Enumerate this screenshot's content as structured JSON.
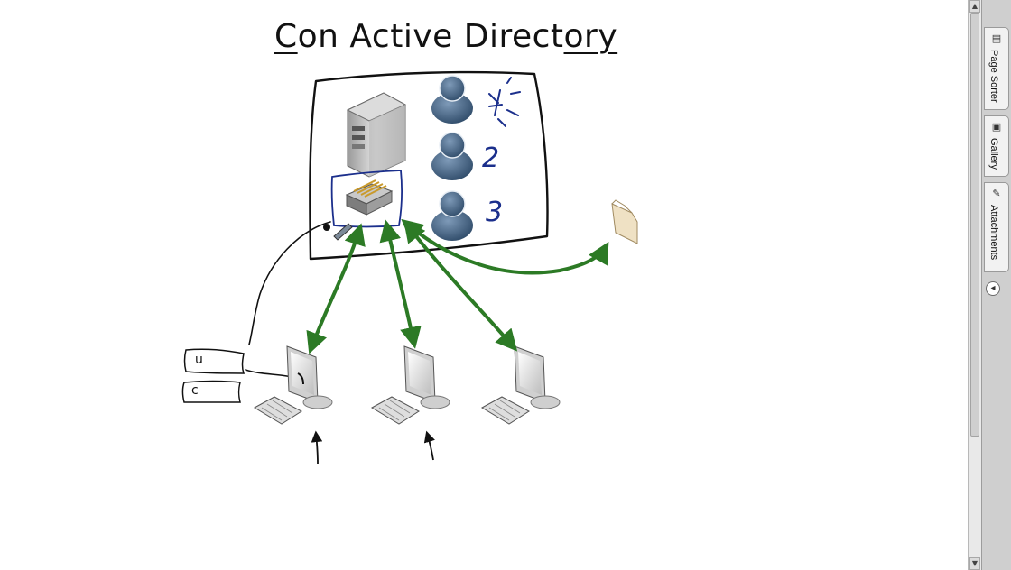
{
  "page": {
    "title_pre": "C",
    "title_mid": "on Active Direct",
    "title_post": "ory"
  },
  "diagram": {
    "user_numbers": [
      "2",
      "3"
    ],
    "box_letters": [
      "u",
      "c"
    ]
  },
  "side_tabs": [
    {
      "label": "Page Sorter",
      "icon": "page-sorter-icon"
    },
    {
      "label": "Gallery",
      "icon": "gallery-icon"
    },
    {
      "label": "Attachments",
      "icon": "paperclip-icon"
    }
  ],
  "colors": {
    "arrow_green": "#2c7a25",
    "user_blue": "#4a6684",
    "ink_blue": "#1b2f8c",
    "ink_black": "#111111"
  }
}
